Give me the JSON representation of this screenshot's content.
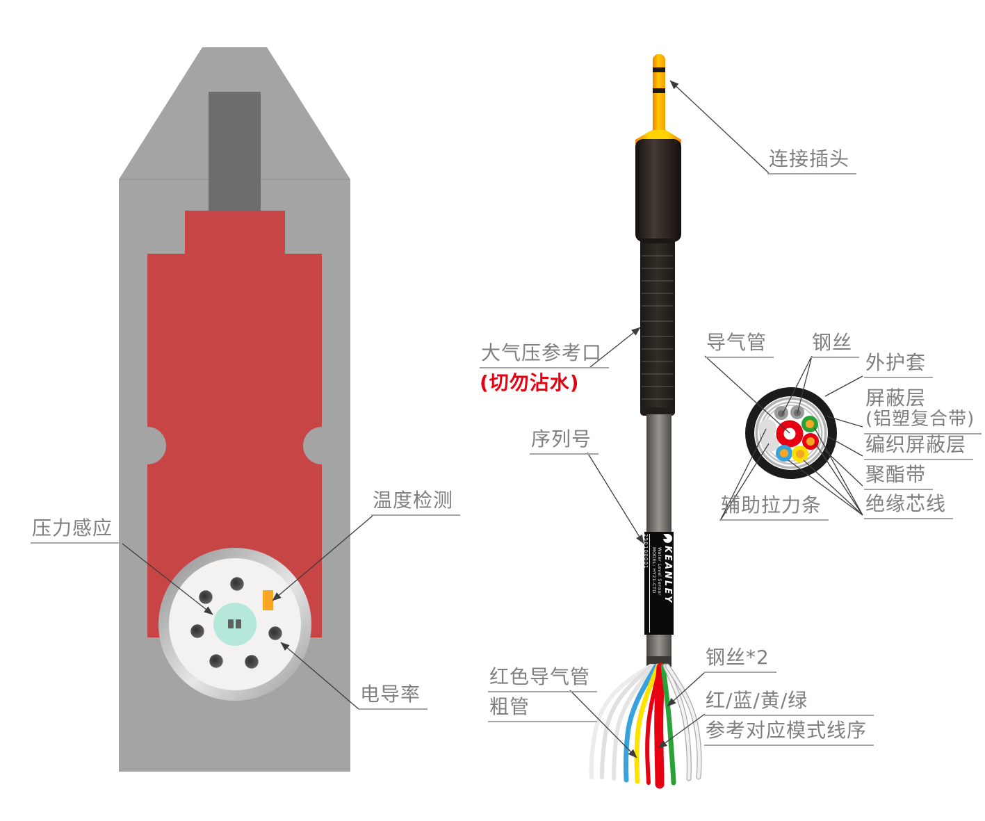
{
  "probe": {
    "labels": {
      "pressure": "压力感应",
      "temperature": "温度检测",
      "conductivity": "电导率"
    }
  },
  "cable": {
    "labels": {
      "plug": "连接插头",
      "vent": "大气压参考口",
      "vent_warning": "(切勿沾水)",
      "serial": "序列号",
      "red_tube_line1": "红色导气管",
      "red_tube_line2": "粗管",
      "steel_x2": "钢丝*2",
      "wire_colors": "红/蓝/黄/绿",
      "wire_note": "参考对应模式线序"
    },
    "tag": {
      "serial_number": "250100001",
      "brand": "KEANLEY",
      "product": "Water Level Sensor",
      "model": "MODEL: HY21-CTD"
    }
  },
  "cross_section": {
    "labels": {
      "air_tube": "导气管",
      "steel_wire": "钢丝",
      "outer_sheath": "外护套",
      "shield_line1": "屏蔽层",
      "shield_line2": "(铝塑复合带)",
      "braided_shield": "编织屏蔽层",
      "polyester_tape": "聚酯带",
      "insulated_cores": "绝缘芯线",
      "tension_strips": "辅助拉力条"
    }
  },
  "colors": {
    "warning_red": "#e60012",
    "label_gray": "#7f7f7f",
    "probe_body_gray": "#a4a4a4",
    "probe_inner_red": "#c84545",
    "sensor_face_teal": "#b5e8da",
    "temp_sensor_orange": "#f5a623",
    "wire_blue": "#36a3dc",
    "wire_yellow": "#ffe100",
    "wire_red": "#e60012",
    "wire_green": "#2ba237",
    "plug_gold": "#ffc700"
  }
}
